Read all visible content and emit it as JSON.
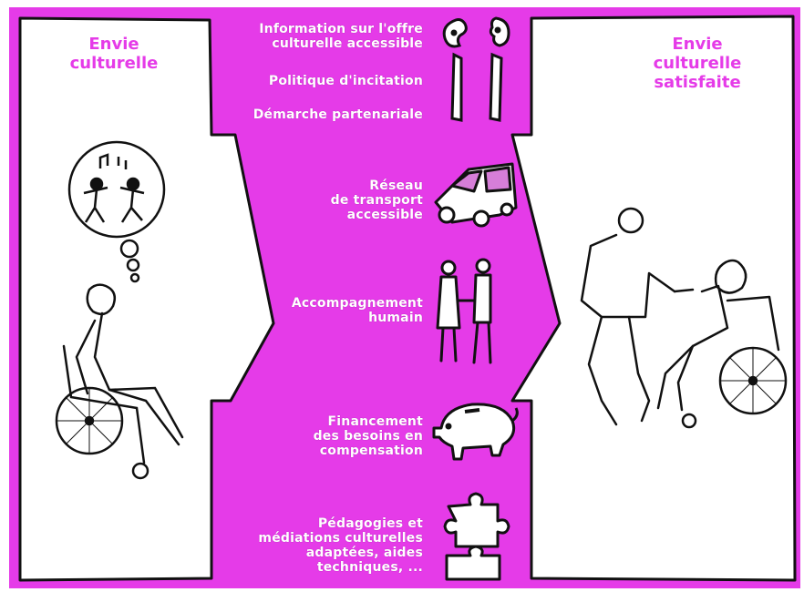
{
  "left_panel": {
    "title_lines": [
      "Envie",
      "culturelle"
    ]
  },
  "right_panel": {
    "title_lines": [
      "Envie",
      "culturelle",
      "satisfaite"
    ]
  },
  "measures": [
    {
      "lines": [
        "Information sur l'offre",
        "culturelle accessible"
      ],
      "icon": "talking-faces-icon"
    },
    {
      "lines": [
        "Politique d'incitation"
      ],
      "icon": "standing-figures-icon"
    },
    {
      "lines": [
        "Démarche partenariale"
      ],
      "icon": "standing-figures-icon"
    },
    {
      "lines": [
        "Réseau",
        "de transport",
        "accessible"
      ],
      "icon": "van-icon"
    },
    {
      "lines": [
        "Accompagnement",
        "humain"
      ],
      "icon": "couple-walking-icon"
    },
    {
      "lines": [
        "Financement",
        "des besoins en",
        "compensation"
      ],
      "icon": "piggy-bank-icon"
    },
    {
      "lines": [
        "Pédagogies et",
        "médiations culturelles",
        "adaptées, aides",
        "techniques, ..."
      ],
      "icon": "puzzle-pieces-icon"
    }
  ],
  "colors": {
    "background": "#e53be8",
    "panel": "#ffffff",
    "title": "#e53be8",
    "label": "#ffffff"
  }
}
